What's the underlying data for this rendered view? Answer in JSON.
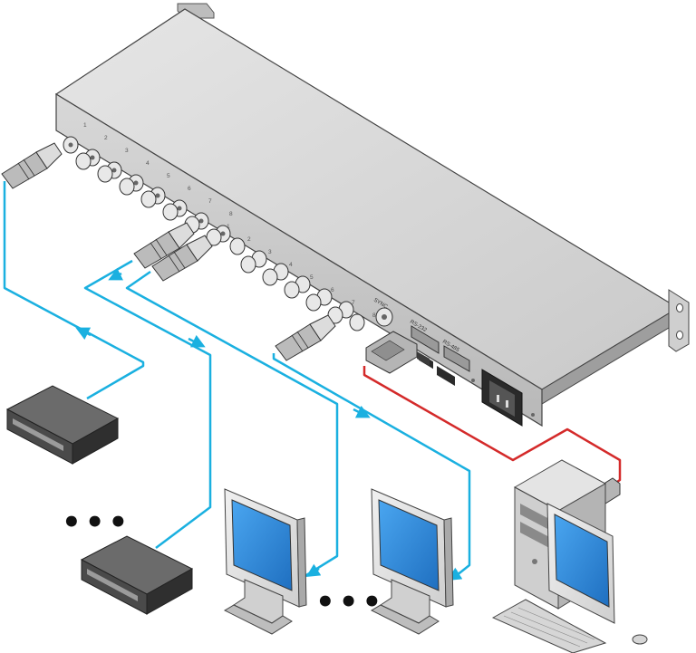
{
  "device": {
    "connector_labels": [
      "1",
      "2",
      "3",
      "4",
      "5",
      "6",
      "7",
      "8"
    ],
    "sync_label": "SYNC",
    "rs232_label": "RS-232",
    "rs485_label": "RS-485"
  },
  "ellipsis_left": "•••",
  "ellipsis_bottom": "•••",
  "colors": {
    "video_cable": "#1ab0e0",
    "control_cable": "#d42a2a",
    "chassis_top": "#d6d6d6",
    "chassis_front": "#c4c4c4",
    "screen": "#2c86d9"
  },
  "icons": [
    "bnc-connector-icon",
    "monitor-icon",
    "video-source-icon",
    "pc-tower-icon",
    "keyboard-icon",
    "mouse-icon",
    "power-socket-icon"
  ]
}
